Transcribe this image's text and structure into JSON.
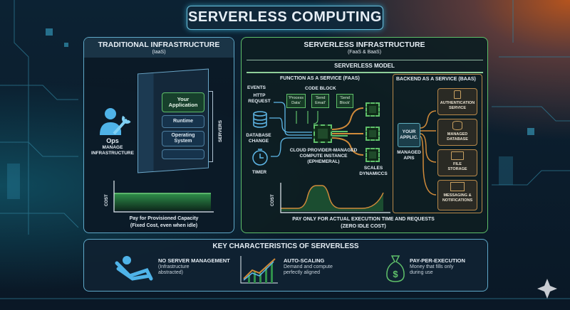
{
  "title": "Serverless Computing",
  "traditional": {
    "title": "Traditional Infrastructure",
    "subtitle": "(IaaS)",
    "ops_label": "Ops",
    "ops_caption": "Manage Infrastructure",
    "stack": [
      "Your Application",
      "Runtime",
      "Operating System"
    ],
    "servers_label": "Servers",
    "cost_axis": "Cost",
    "caption_1": "Pay for Provisioned Capacity",
    "caption_2": "(Fixed Cost, even when idle)"
  },
  "serverless": {
    "title": "Serverless Infrastructure",
    "subtitle": "(FaaS & BaaS)",
    "model_label": "Serverless Model",
    "faas": {
      "title": "Function as a Service (FaaS)",
      "events_label": "Events",
      "events": [
        "HTTP Request",
        "Database Change",
        "Timer"
      ],
      "code_block_label": "Code Block",
      "code_blocks": [
        "'Process Data'",
        "'Send Email'",
        "'Send Block'"
      ],
      "compute_caption": "Cloud Provider-Managed Compute Instance (Ephemeral)",
      "scales_caption": "Scales Dynamiccs",
      "cost_axis": "Cost",
      "caption_1": "Pay only for actual execution time and requests",
      "caption_2": "(Zero idle cost)"
    },
    "baas": {
      "title": "Backend as a Service (BaaS)",
      "app_label": "Your Applic.",
      "managed_apis": "Managed APIs",
      "services": [
        "Authentication Service",
        "Managed Database",
        "File Storage",
        "Messaging & Notifications"
      ]
    }
  },
  "key": {
    "title": "Key Characteristics of Serverless",
    "items": [
      {
        "title": "No Server Management",
        "desc": "(Infrastructure abstracted)"
      },
      {
        "title": "Auto-Scaling",
        "desc": "Demand and compute perfectly aligned"
      },
      {
        "title": "Pay-per-Execution",
        "desc": "Money that fills only during use"
      }
    ]
  },
  "colors": {
    "accent_cyan": "#5fa8c8",
    "green": "#5fc06a",
    "orange": "#d08a3a",
    "bg": "#0b1a2a"
  }
}
